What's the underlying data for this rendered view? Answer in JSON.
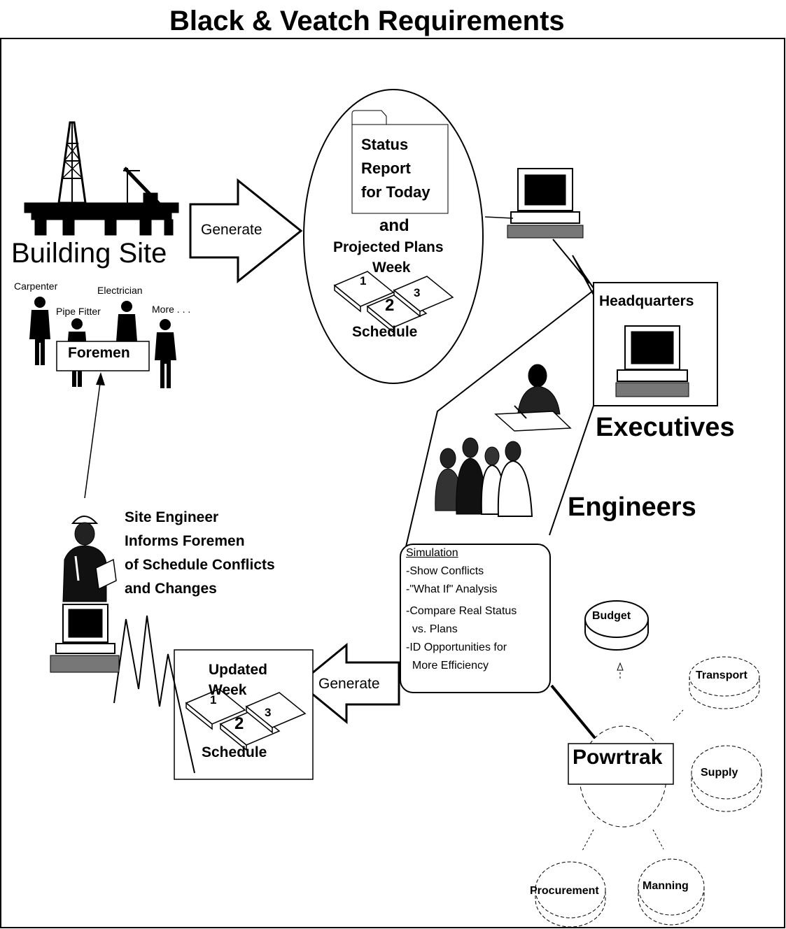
{
  "title": "Black & Veatch Requirements",
  "building_site": {
    "label": "Building Site",
    "workers": [
      "Carpenter",
      "Electrician",
      "Pipe Fitter",
      "More . . ."
    ],
    "foremen": "Foremen"
  },
  "generate_top": "Generate",
  "status_oval": {
    "folder_text": "Status\nReport\nfor Today",
    "and": "and",
    "projected": "Projected Plans",
    "week": "Week",
    "book_numbers": [
      "1",
      "2",
      "3"
    ],
    "schedule": "Schedule"
  },
  "headquarters": {
    "label": "Headquarters",
    "executives": "Executives",
    "engineers": "Engineers"
  },
  "simulation": {
    "title": "Simulation",
    "items": [
      "-Show Conflicts",
      "-\"What If\" Analysis",
      "-Compare Real Status\n  vs. Plans",
      "-ID Opportunities for\n  More Efficiency"
    ]
  },
  "generate_bottom": "Generate",
  "updated": {
    "title": "Updated\nWeek",
    "book_numbers": [
      "1",
      "2",
      "3"
    ],
    "schedule": "Schedule"
  },
  "site_engineer": "Site Engineer\nInforms Foremen\nof Schedule Conflicts\nand Changes",
  "powrtrak": {
    "label": "Powrtrak",
    "modules": [
      "Budget",
      "Transport",
      "Supply",
      "Manning",
      "Procurement"
    ]
  },
  "icons": [
    "oil-rig-icon",
    "crane-icon",
    "worker-icon",
    "folder-icon",
    "schedule-book-icon",
    "computer-icon",
    "executive-icon",
    "engineers-group-icon",
    "site-engineer-icon",
    "lightning-link-icon",
    "database-icon"
  ]
}
